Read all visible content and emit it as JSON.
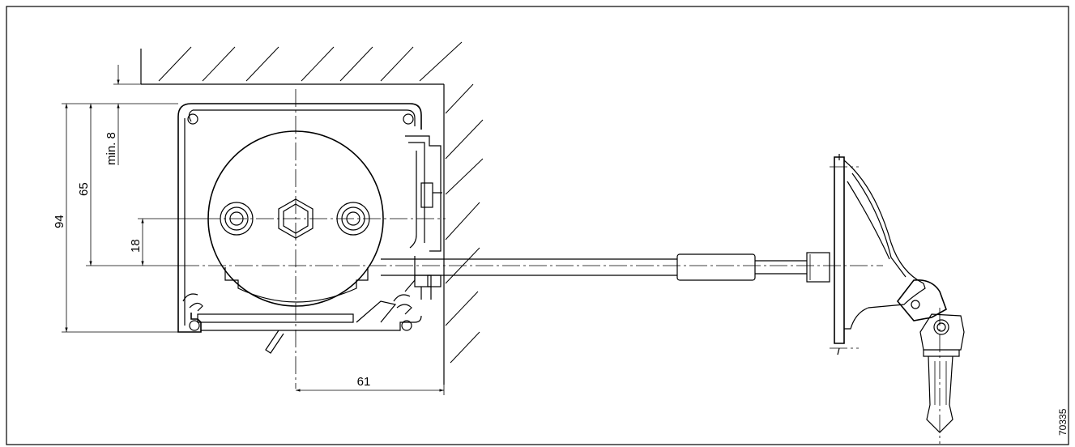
{
  "dimensions": {
    "min_gap": "min. 8",
    "total_height": "94",
    "center_height": "65",
    "shaft_offset": "18",
    "shaft_to_wall": "61"
  },
  "drawing_number": "70335"
}
